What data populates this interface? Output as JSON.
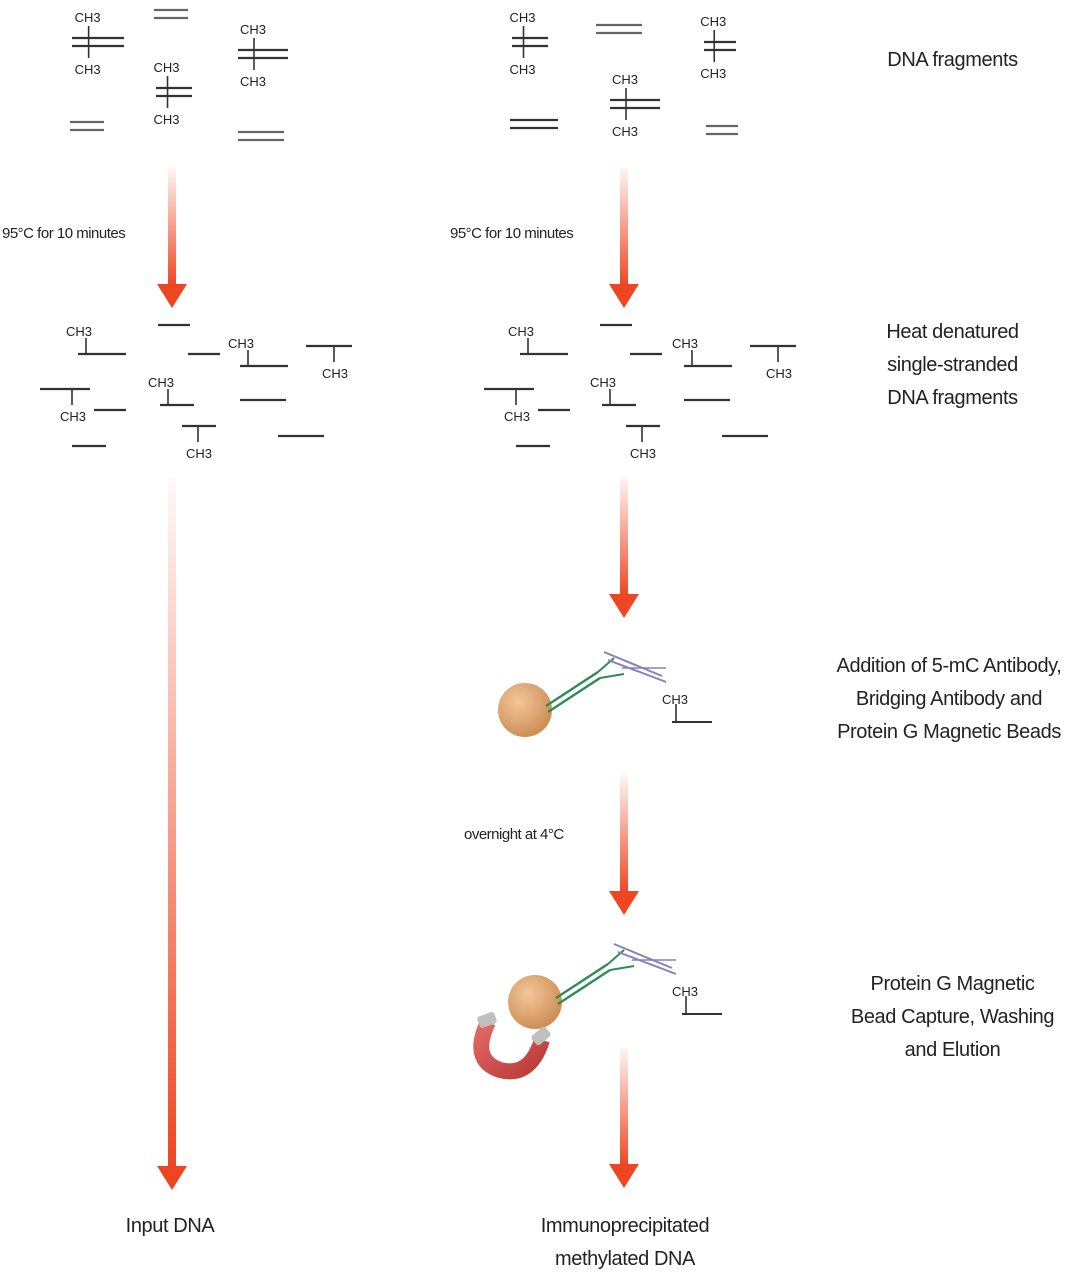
{
  "methyl_group": "CH3",
  "steps": {
    "dna_fragments": [
      "DNA fragments"
    ],
    "heat_denatured": [
      "Heat denatured",
      "single-stranded",
      "DNA fragments"
    ],
    "antibody_addition": [
      "Addition of 5-mC Antibody,",
      "Bridging Antibody and",
      "Protein G Magnetic Beads"
    ],
    "bead_capture": [
      "Protein G Magnetic",
      "Bead Capture, Washing",
      "and Elution"
    ]
  },
  "process_labels": {
    "heat_left": "95°C for 10 minutes",
    "heat_right": "95°C for 10 minutes",
    "incubation": "overnight at 4°C"
  },
  "outputs": {
    "input_dna": [
      "Input DNA"
    ],
    "ip_dna": [
      "Immunoprecipitated",
      "methylated DNA"
    ]
  },
  "colors": {
    "arrow": "#ee4622",
    "strand": "#333333",
    "strand_double": "#666666",
    "bead": "#d9a06a",
    "antibody": "#2e8b57",
    "bridging_antibody": "#8a7fc0",
    "magnet": "#d9534f"
  }
}
